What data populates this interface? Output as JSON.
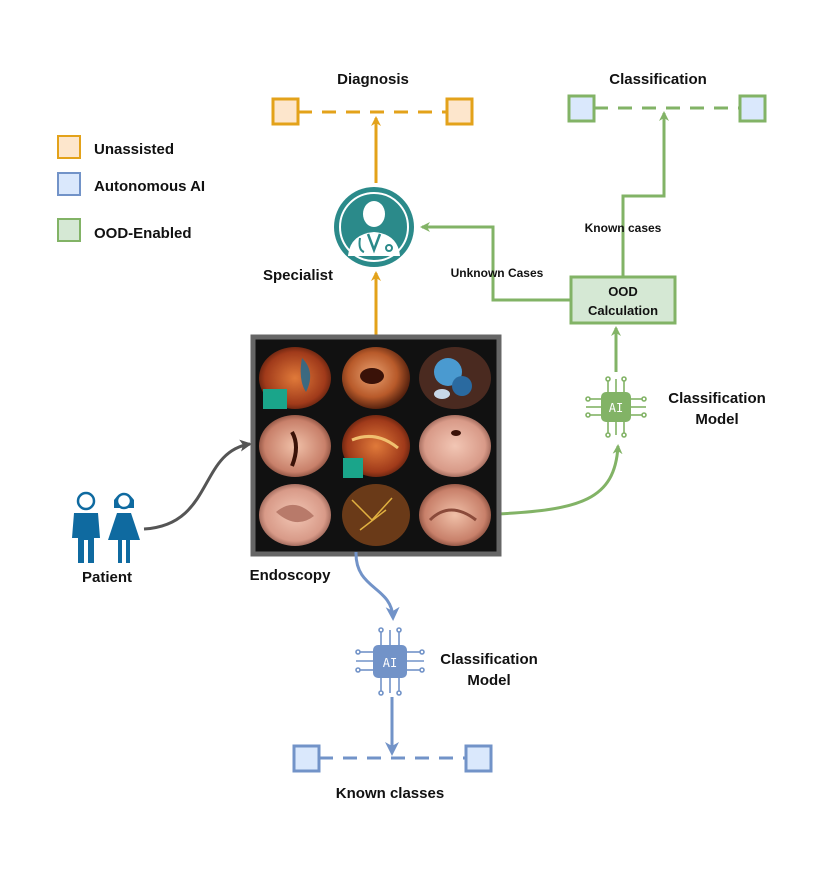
{
  "legend": {
    "items": [
      {
        "label": "Unassisted",
        "color": "#e3a21a",
        "fill": "#fde6cc"
      },
      {
        "label": "Autonomous AI",
        "color": "#7293c8",
        "fill": "#dae8fc"
      },
      {
        "label": "OOD-Enabled",
        "color": "#82b366",
        "fill": "#d5e8d4"
      }
    ]
  },
  "labels": {
    "diagnosis": "Diagnosis",
    "classification_top": "Classification",
    "specialist": "Specialist",
    "unknown_cases": "Unknown Cases",
    "known_cases": "Known cases",
    "ood_line1": "OOD",
    "ood_line2": "Calculation",
    "model_green_line1": "Classification",
    "model_green_line2": "Model",
    "model_blue_line1": "Classification",
    "model_blue_line2": "Model",
    "patient": "Patient",
    "endoscopy": "Endoscopy",
    "known_classes": "Known classes",
    "ai_chip_green": "AI",
    "ai_chip_blue": "AI"
  },
  "colors": {
    "orange": "#e3a21a",
    "orange_fill": "#fde6cc",
    "green": "#82b366",
    "green_fill": "#d5e8d4",
    "blue": "#7293c8",
    "blue_fill": "#dae8fc",
    "teal": "#2b8a8a",
    "gray_arrow": "#555555",
    "patient_blue": "#0f6aa0"
  },
  "icons": [
    "doctor-icon",
    "patients-icon",
    "ai-chip-icon",
    "endoscopy-image-grid"
  ]
}
